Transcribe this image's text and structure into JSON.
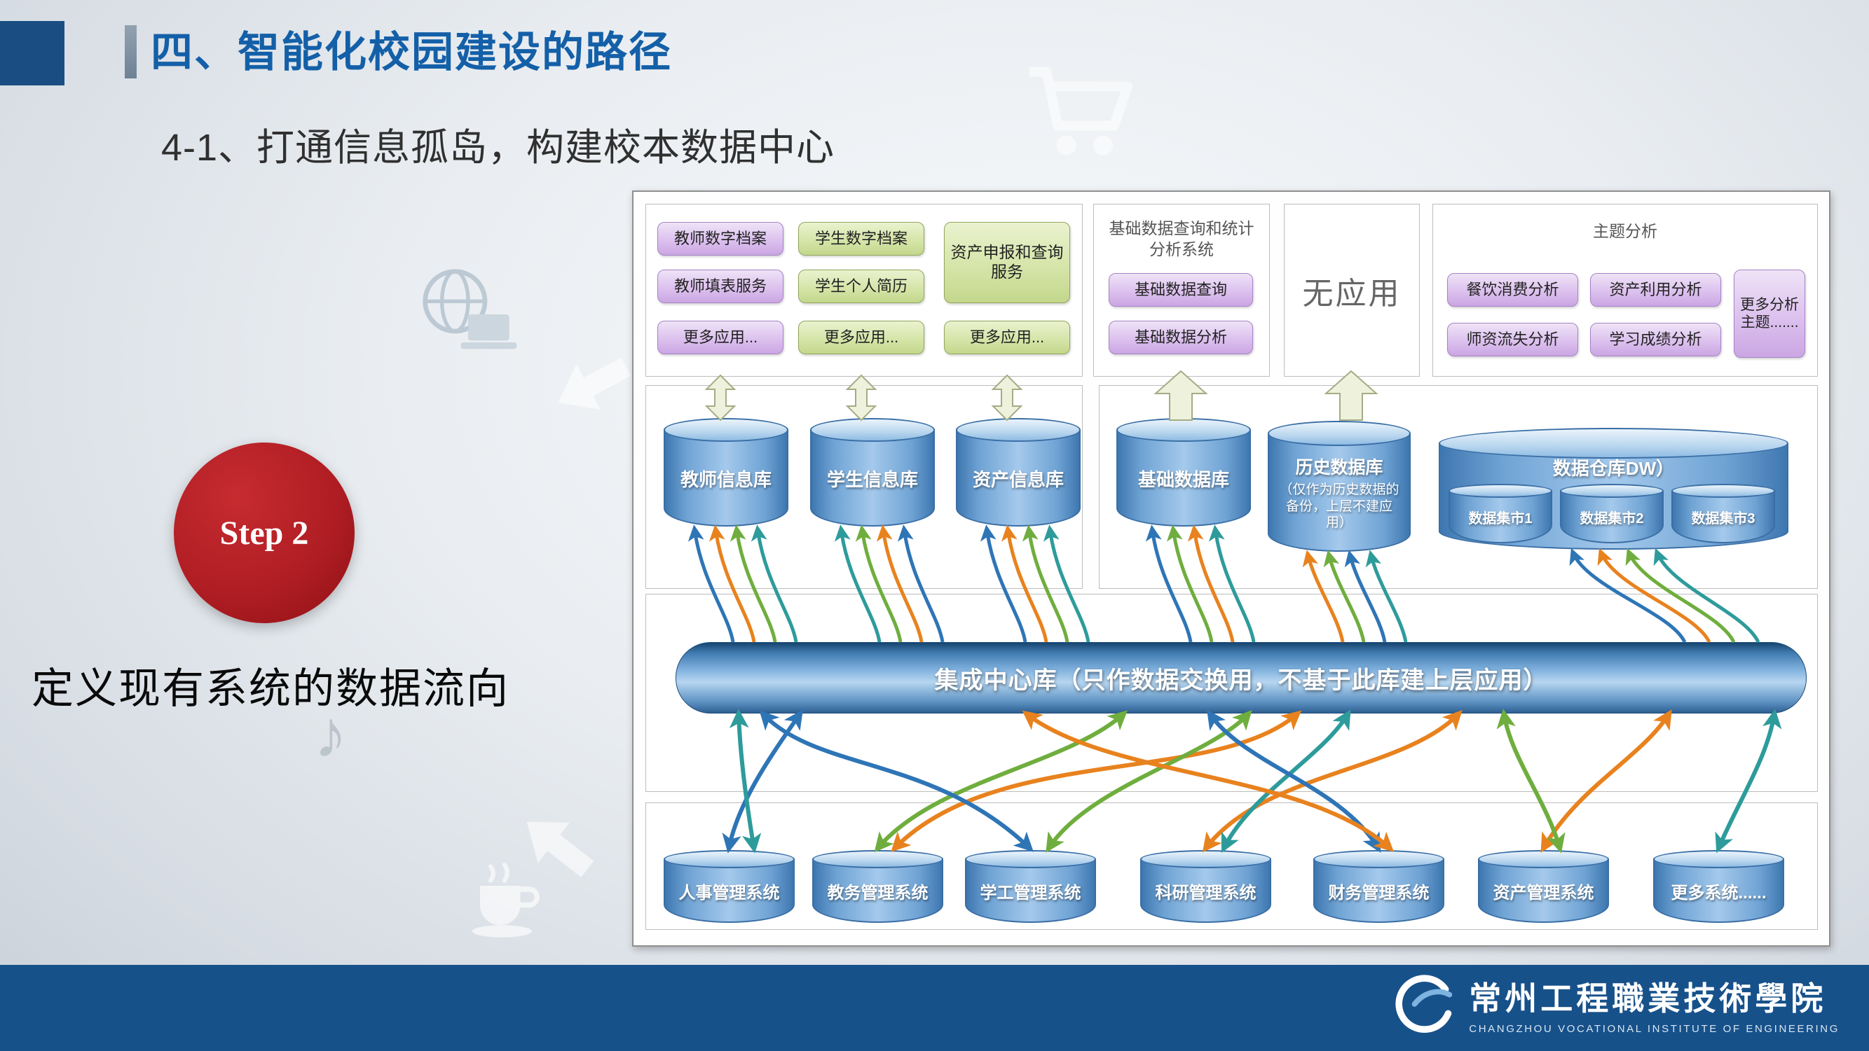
{
  "slide": {
    "title": "四、智能化校园建设的路径",
    "subtitle": "4-1、打通信息孤岛，构建校本数据中心",
    "step_label": "Step 2",
    "caption": "定义现有系统的数据流向"
  },
  "icons": {
    "music_note": "♪",
    "decorations": [
      "shopping-cart-watermark",
      "globe-laptop-watermark",
      "coffee-cup-watermark",
      "arrow-left-watermark",
      "arrow-up-left-watermark",
      "music-note-watermark"
    ]
  },
  "colors": {
    "title_blue": "#1460a8",
    "step_red": "#b01e24",
    "footer_blue": "#17518a",
    "arrow_blue": "#2e75b6",
    "arrow_orange": "#e8821e",
    "arrow_green": "#6fae3e",
    "arrow_teal": "#2e9b9b",
    "app_purple": "#dcc1ee",
    "app_green": "#d6e5a9",
    "cylinder_blue": "#6fa3d4"
  },
  "diagram": {
    "apps_left": [
      "教师数字档案",
      "学生数字档案",
      "资产申报和查询服务",
      "教师填表服务",
      "学生个人简历",
      "更多应用...",
      "更多应用...",
      "更多应用..."
    ],
    "query_group": {
      "title": "基础数据查询和统计分析系统",
      "items": [
        "基础数据查询",
        "基础数据分析"
      ]
    },
    "no_app_label": "无应用",
    "theme_group": {
      "title": "主题分析",
      "items": [
        "餐饮消费分析",
        "资产利用分析",
        "师资流失分析",
        "学习成绩分析"
      ],
      "more": "更多分析主题......."
    },
    "databases": [
      "教师信息库",
      "学生信息库",
      "资产信息库",
      "基础数据库"
    ],
    "history_db": {
      "title": "历史数据库",
      "note": "（仅作为历史数据的备份，上层不建应用）"
    },
    "warehouse": {
      "title": "数据仓库DW）",
      "marts": [
        "数据集市1",
        "数据集市2",
        "数据集市3"
      ]
    },
    "bus_label": "集成中心库（只作数据交换用，不基于此库建上层应用）",
    "systems": [
      "人事管理系统",
      "教务管理系统",
      "学工管理系统",
      "科研管理系统",
      "财务管理系统",
      "资产管理系统",
      "更多系统......"
    ]
  },
  "footer": {
    "school_name_zh": "常州工程職業技術學院",
    "school_name_en": "CHANGZHOU VOCATIONAL INSTITUTE OF ENGINEERING"
  }
}
